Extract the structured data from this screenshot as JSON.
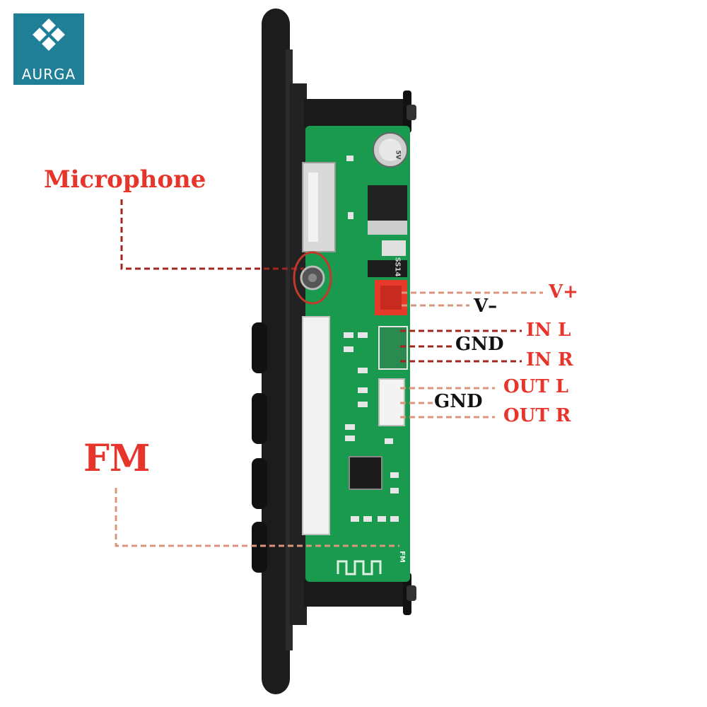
{
  "brand": {
    "logo_text": "AURGA",
    "logo_color": "#1f7f97",
    "logo_icon": "diamond-grid-icon"
  },
  "callouts": {
    "microphone": "Microphone",
    "fm": "FM"
  },
  "pins": {
    "v_plus": "V+",
    "v_minus": "V–",
    "in_l": "IN L",
    "gnd_in": "GND",
    "in_r": "IN R",
    "out_l": "OUT L",
    "gnd_out": "GND",
    "out_r": "OUT R"
  },
  "board_text": {
    "cap": "5V",
    "diode": "SS14",
    "fm_silk": "FM"
  },
  "colors": {
    "label_red": "#e8352b",
    "callout_line_dark": "#a0261e",
    "callout_line_light": "#d9957e",
    "pcb_green": "#1a9a4e",
    "panel_black": "#1c1c1c",
    "connector_red": "#e63a2a"
  }
}
